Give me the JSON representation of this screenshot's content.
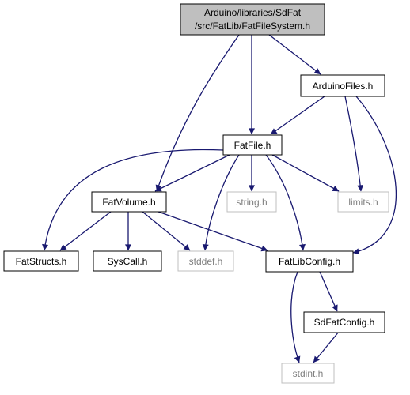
{
  "graph": {
    "colors": {
      "edge": "#191970",
      "root_fill": "#bfbfbf",
      "node_fill": "#ffffff",
      "node_border": "#000000",
      "system_border": "#bfbfbf",
      "system_text": "#7f7f7f",
      "text": "#000000"
    },
    "nodes": {
      "root": {
        "lines": [
          "Arduino/libraries/SdFat",
          "/src/FatLib/FatFileSystem.h"
        ]
      },
      "arduinofiles": {
        "lines": [
          "ArduinoFiles.h"
        ]
      },
      "fatfile": {
        "lines": [
          "FatFile.h"
        ]
      },
      "fatvolume": {
        "lines": [
          "FatVolume.h"
        ]
      },
      "string_h": {
        "lines": [
          "string.h"
        ]
      },
      "limits_h": {
        "lines": [
          "limits.h"
        ]
      },
      "fatstructs": {
        "lines": [
          "FatStructs.h"
        ]
      },
      "syscall": {
        "lines": [
          "SysCall.h"
        ]
      },
      "stddef_h": {
        "lines": [
          "stddef.h"
        ]
      },
      "fatlibconfig": {
        "lines": [
          "FatLibConfig.h"
        ]
      },
      "sdfatconfig": {
        "lines": [
          "SdFatConfig.h"
        ]
      },
      "stdint_h": {
        "lines": [
          "stdint.h"
        ]
      }
    },
    "edges": [
      {
        "from": "root",
        "to": "fatvolume"
      },
      {
        "from": "root",
        "to": "fatfile"
      },
      {
        "from": "root",
        "to": "arduinofiles"
      },
      {
        "from": "arduinofiles",
        "to": "fatfile"
      },
      {
        "from": "arduinofiles",
        "to": "limits_h"
      },
      {
        "from": "arduinofiles",
        "to": "fatlibconfig"
      },
      {
        "from": "fatfile",
        "to": "fatstructs"
      },
      {
        "from": "fatfile",
        "to": "fatvolume"
      },
      {
        "from": "fatfile",
        "to": "stddef_h"
      },
      {
        "from": "fatfile",
        "to": "string_h"
      },
      {
        "from": "fatfile",
        "to": "fatlibconfig"
      },
      {
        "from": "fatfile",
        "to": "limits_h"
      },
      {
        "from": "fatvolume",
        "to": "fatstructs"
      },
      {
        "from": "fatvolume",
        "to": "syscall"
      },
      {
        "from": "fatvolume",
        "to": "stddef_h"
      },
      {
        "from": "fatvolume",
        "to": "fatlibconfig"
      },
      {
        "from": "fatlibconfig",
        "to": "stdint_h"
      },
      {
        "from": "fatlibconfig",
        "to": "sdfatconfig"
      },
      {
        "from": "sdfatconfig",
        "to": "stdint_h"
      }
    ]
  }
}
